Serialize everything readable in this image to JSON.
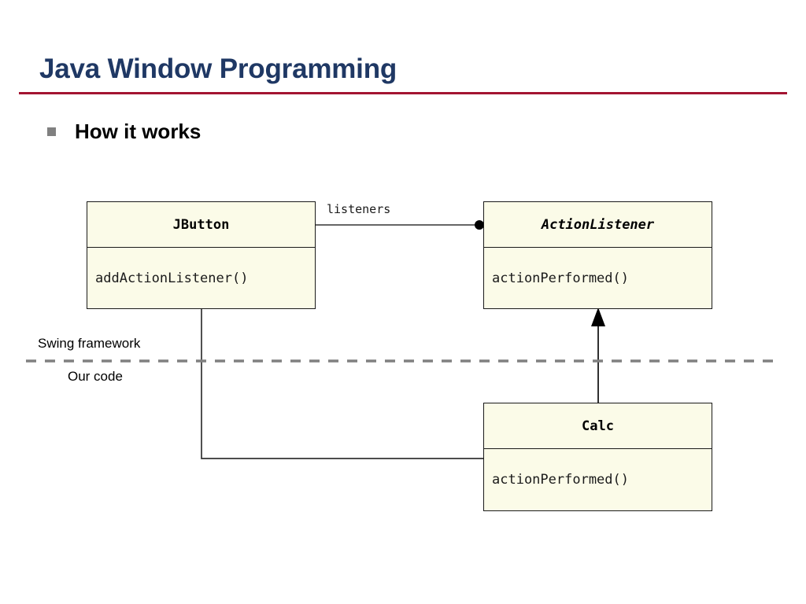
{
  "slide": {
    "title": "Java Window Programming",
    "rule_color": "#A31432",
    "title_color": "#1F3864",
    "background": "#FFFFFF"
  },
  "bullet": {
    "marker": "square-bullet-icon",
    "marker_color": "#808080",
    "text": "How it works"
  },
  "diagram": {
    "type": "uml-class-diagram",
    "box_fill": "#FBFBE8",
    "box_border": "#1A1A1A",
    "boxes": [
      {
        "id": "jbutton",
        "name": "JButton",
        "stereotype": "class",
        "abstract": false,
        "members": [
          "addActionListener()"
        ]
      },
      {
        "id": "actionlistener",
        "name": "ActionListener",
        "stereotype": "interface",
        "abstract": true,
        "members": [
          "actionPerformed()"
        ]
      },
      {
        "id": "calc",
        "name": "Calc",
        "stereotype": "class",
        "abstract": false,
        "members": [
          "actionPerformed()"
        ]
      }
    ],
    "connections": [
      {
        "id": "association-listeners",
        "kind": "association",
        "from": "JButton",
        "to": "ActionListener",
        "label": "listeners",
        "end_marker": "filled-dot"
      },
      {
        "id": "generalization-calc-actionlistener",
        "kind": "implements",
        "from": "Calc",
        "to": "ActionListener",
        "label": "",
        "end_marker": "filled-triangle-arrow"
      },
      {
        "id": "association-jbutton-calc",
        "kind": "association",
        "from": "JButton",
        "to": "Calc",
        "label": "",
        "end_marker": "none"
      }
    ],
    "divider": {
      "id": "framework-boundary",
      "style": "dashed",
      "color": "#808080",
      "above_label": "Swing framework",
      "below_label": "Our code"
    }
  }
}
